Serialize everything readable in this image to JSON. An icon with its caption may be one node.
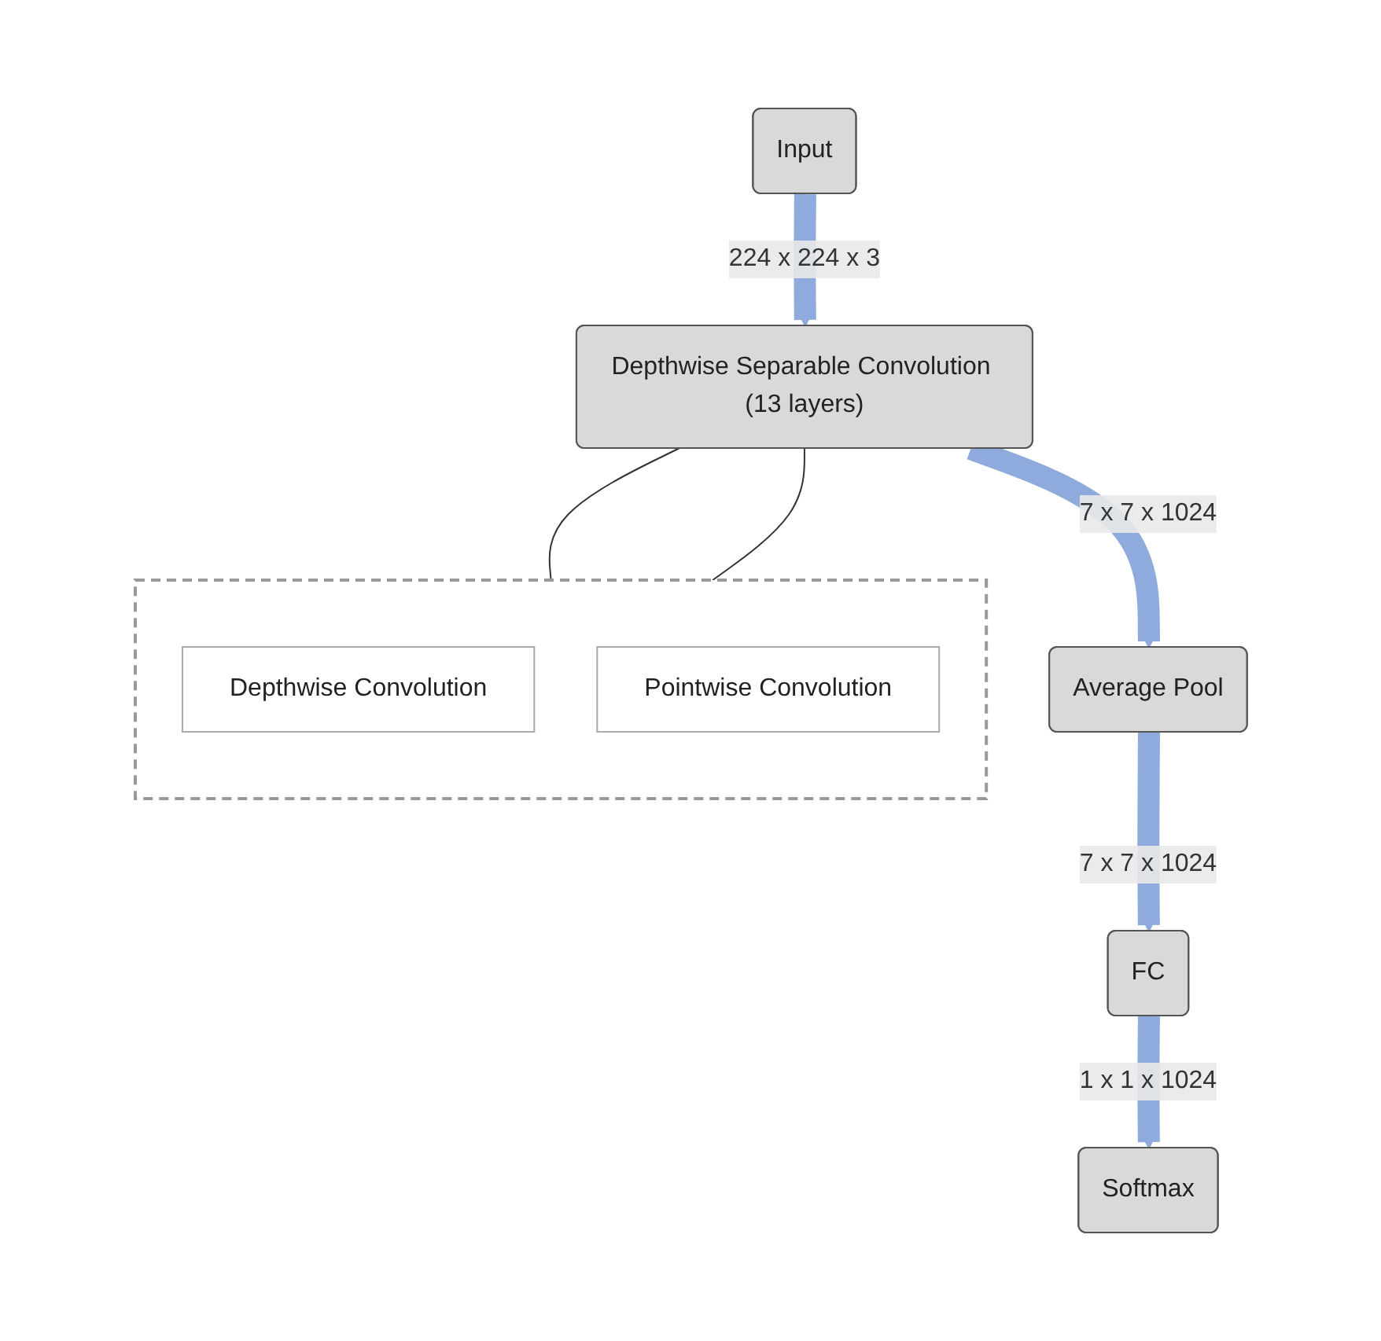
{
  "diagram": {
    "nodes": [
      {
        "text": [
          "Input"
        ]
      },
      {
        "text": [
          "Depthwise Separable Convolution (13 layers)"
        ]
      },
      {
        "text": [
          "Average Pool"
        ]
      },
      {
        "text": [
          "FC"
        ]
      },
      {
        "text": [
          "Softmax"
        ]
      },
      {
        "text": [],
        "shape": "box"
      },
      {
        "text": [
          "Depthwise Convolution"
        ],
        "in": 5
      },
      {
        "text": [
          "Pointwise Convolution"
        ],
        "in": 5
      }
    ],
    "edges": [
      {
        "from": 0,
        "to": 1,
        "arrow": "to",
        "label": "224 x 224 x 3"
      },
      {
        "from": 1,
        "to": 2,
        "arrow": "to",
        "label": "7 x 7 x 1024"
      },
      {
        "from": 2,
        "to": 3,
        "arrow": "to",
        "label": "7 x 7 x 1024"
      },
      {
        "from": 3,
        "to": 4,
        "arrow": "to",
        "label": "1 x 1 x 1024"
      },
      {
        "from": 1,
        "to": 5,
        "arrow": "none",
        "color": "#333333"
      },
      {
        "from": 1,
        "to": 5,
        "arrow": "none",
        "color": "#333333"
      }
    ]
  }
}
